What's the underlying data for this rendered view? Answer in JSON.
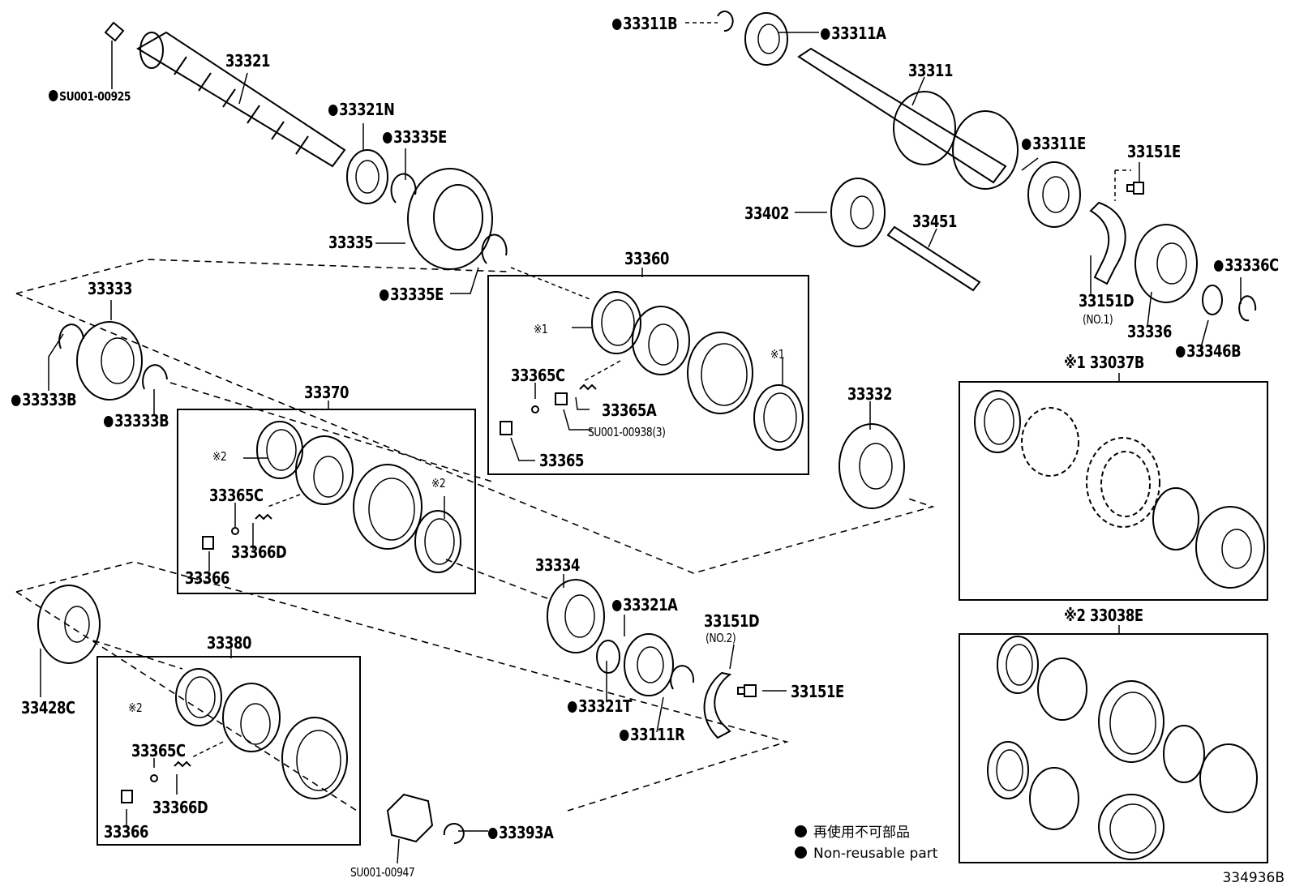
{
  "labels": {
    "p33321": "33321",
    "pSU00100925": "SU001-00925",
    "p33321N": "33321N",
    "p33335E_top": "33335E",
    "p33335": "33335",
    "p33335E_bot": "33335E",
    "p33311B": "33311B",
    "p33311A": "33311A",
    "p33311": "33311",
    "p33311E": "33311E",
    "p33151E_top": "33151E",
    "p33402": "33402",
    "p33451": "33451",
    "p33336C": "33336C",
    "p33151D_1": "33151D",
    "p33151D_1_sub": "(NO.1)",
    "p33336": "33336",
    "p33346B": "33346B",
    "p33333": "33333",
    "p33333B_left": "33333B",
    "p33333B_right": "33333B",
    "p33360": "33360",
    "p33360_ref1a": "※1",
    "p33360_ref1b": "※1",
    "p33365C_a": "33365C",
    "p33365A": "33365A",
    "pSU00100938": "SU001-00938(3)",
    "p33365": "33365",
    "p33332": "33332",
    "p33370": "33370",
    "p33370_ref2a": "※2",
    "p33370_ref2b": "※2",
    "p33365C_b": "33365C",
    "p33366D_a": "33366D",
    "p33366_a": "33366",
    "p33037B": "※1 33037B",
    "p33038E": "※2 33038E",
    "p33334": "33334",
    "p33321A": "33321A",
    "p33151D_2": "33151D",
    "p33151D_2_sub": "(NO.2)",
    "p33151E_bot": "33151E",
    "p33321T": "33321T",
    "p33111R": "33111R",
    "p33428C": "33428C",
    "p33380": "33380",
    "p33380_ref2": "※2",
    "p33365C_c": "33365C",
    "p33366D_b": "33366D",
    "p33366_b": "33366",
    "p33393A": "33393A",
    "pSU00100947": "SU001-00947"
  },
  "legend": {
    "line1": "再使用不可部品",
    "line2": "Non-reusable part"
  },
  "figure_id": "334936B",
  "colors": {
    "ink": "#000000",
    "paper": "#ffffff"
  }
}
